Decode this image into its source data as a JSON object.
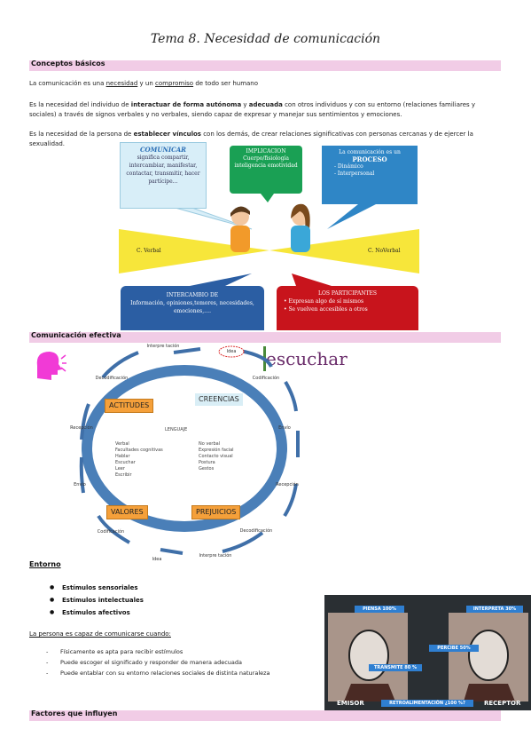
{
  "title": "Tema 8. Necesidad de comunicación",
  "sections": {
    "conceptos": "Conceptos básicos",
    "efectiva": "Comunicación efectiva",
    "entorno": "Entorno",
    "factores": "Factores que influyen"
  },
  "p1": {
    "a": "La comunicación es una ",
    "b": "necesidad",
    "c": " y un ",
    "d": "compromiso",
    "e": " de todo ser humano"
  },
  "p2": {
    "a": "Es la necesidad del individuo de ",
    "b": "interactuar de forma autónoma",
    "c": " y ",
    "d": "adecuada",
    "e": " con otros individuos y con su entorno (relaciones familiares y sociales) a través de signos verbales y no verbales, siendo capaz de expresar y manejar sus sentimientos y emociones."
  },
  "p3": {
    "a": "Es la necesidad de la persona de ",
    "b": "establecer vínculos",
    "c": " con los demás, de crear relaciones significativas con personas cercanas y de ejercer la sexualidad."
  },
  "infographic": {
    "comunicar_title": "COMUNICAR",
    "comunicar_text": "significa compartir, intercambiar, manifestar, contactar, transmitir, hacer partícipe…",
    "implicacion_title": "IMPLICACION",
    "implicacion_text": "Cuerpo/fisiología inteligencia emotividad",
    "proceso_line1": "La comunicación es un",
    "proceso_title": "PROCESO",
    "proceso_items": [
      "Dinámico",
      "Interpersonal"
    ],
    "verbal": "C. Verbal",
    "noverbal": "C. NoVerbal",
    "intercambio_title": "INTERCAMBIO   DE",
    "intercambio_text": "Información, opiniones,temores, necesidades, emociones,….",
    "participantes_title": "LOS PARTICIPANTES",
    "participantes_items": [
      "Expresan algo de sí mismos",
      "Se vuelven accesibles a otros"
    ]
  },
  "cycle": {
    "top": "Interpre tación",
    "idea_top": "Idea",
    "codif_r": "Codificación",
    "envio_r": "Envío",
    "recep_r": "Recepción",
    "decod_r": "Decodificación",
    "interp_b": "Interpre tación",
    "idea_b": "Idea",
    "codif_l": "Codificación",
    "envio_l": "Envío",
    "recep_l": "Recepción",
    "decod_l": "Decodificación",
    "actitudes": "ACTITUDES",
    "creencias": "CREENCIAS",
    "valores": "VALORES",
    "prejuicios": "PREJUICIOS",
    "lenguaje": "LENGUAJE",
    "verbal_h": "Verbal",
    "verbal_items": [
      "Facultades cognitivas",
      "Hablar",
      "Escuchar",
      "Leer",
      "Escribir"
    ],
    "noverbal_h": "No verbal",
    "noverbal_items": [
      "Expresión facial",
      "Contacto visual",
      "Postura",
      "Gestos"
    ]
  },
  "escuchar": "escuchar",
  "estimulos": [
    "Estímulos sensoriales",
    "Estímulos intelectuales",
    "Estímulos afectivos"
  ],
  "capaz_heading": "La persona es capaz de comunicarse cuando:",
  "capaz_items": [
    "Físicamente es apta para recibir estímulos",
    "Puede escoger el significado y responder de manera adecuada",
    "Puede entablar con su entorno relaciones sociales de distinta naturaleza"
  ],
  "emisor_receptor": {
    "piensa": "PIENSA 100%",
    "interpreta": "INTERPRETA 30%",
    "percibe": "PERCIBE 50%",
    "transmite": "TRANSMITE 80 %",
    "emisor": "EMISOR",
    "retro": "RETROALIMENTACIÓN ¿100 %?",
    "receptor": "RECEPTOR"
  },
  "colors": {
    "band": "#f1cce6",
    "green": "#1aa054",
    "blue": "#2f86c6",
    "red": "#c8141c",
    "ring": "#4a7fb8",
    "orange": "#f5a03a"
  }
}
